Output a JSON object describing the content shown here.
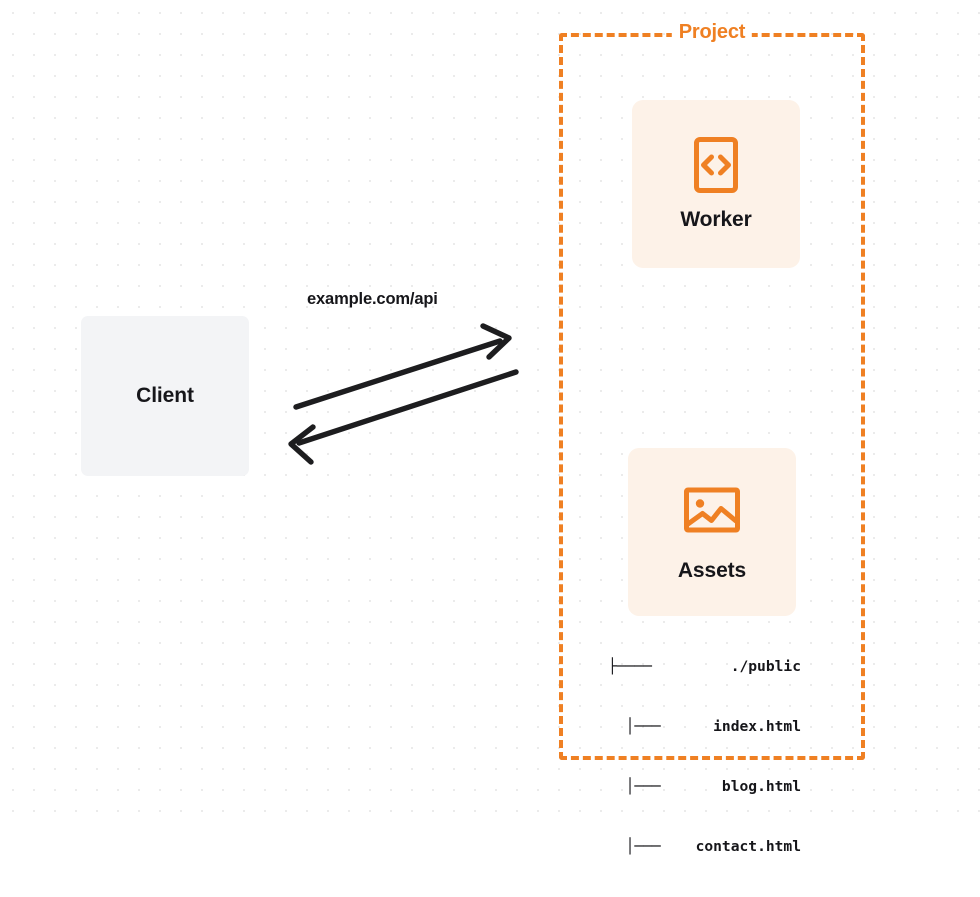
{
  "diagram": {
    "type": "architecture-diagram",
    "background": "dotted-grid",
    "accent_color": "#ef8023",
    "text_color": "#16161a",
    "card_background": "#fdf2e8",
    "client_background": "#f3f4f6"
  },
  "client": {
    "label": "Client"
  },
  "connection": {
    "label": "example.com/api",
    "direction": "bidirectional",
    "color": "#1d1d1f",
    "request_arrow": "client-to-project",
    "response_arrow": "project-to-client"
  },
  "project": {
    "title": "Project",
    "border_style": "dashed",
    "border_color": "#ef8023",
    "services": [
      {
        "id": "worker",
        "label": "Worker",
        "icon": "code-document-icon",
        "icon_color": "#ef8023"
      },
      {
        "id": "assets",
        "label": "Assets",
        "icon": "image-picture-icon",
        "icon_color": "#ef8023"
      }
    ]
  },
  "file_tree": {
    "rows": [
      {
        "branch": "├────",
        "name": "./public"
      },
      {
        "branch": "  │───",
        "name": "index.html"
      },
      {
        "branch": "  │───",
        "name": "blog.html"
      },
      {
        "branch": "  │───",
        "name": "contact.html"
      }
    ]
  }
}
